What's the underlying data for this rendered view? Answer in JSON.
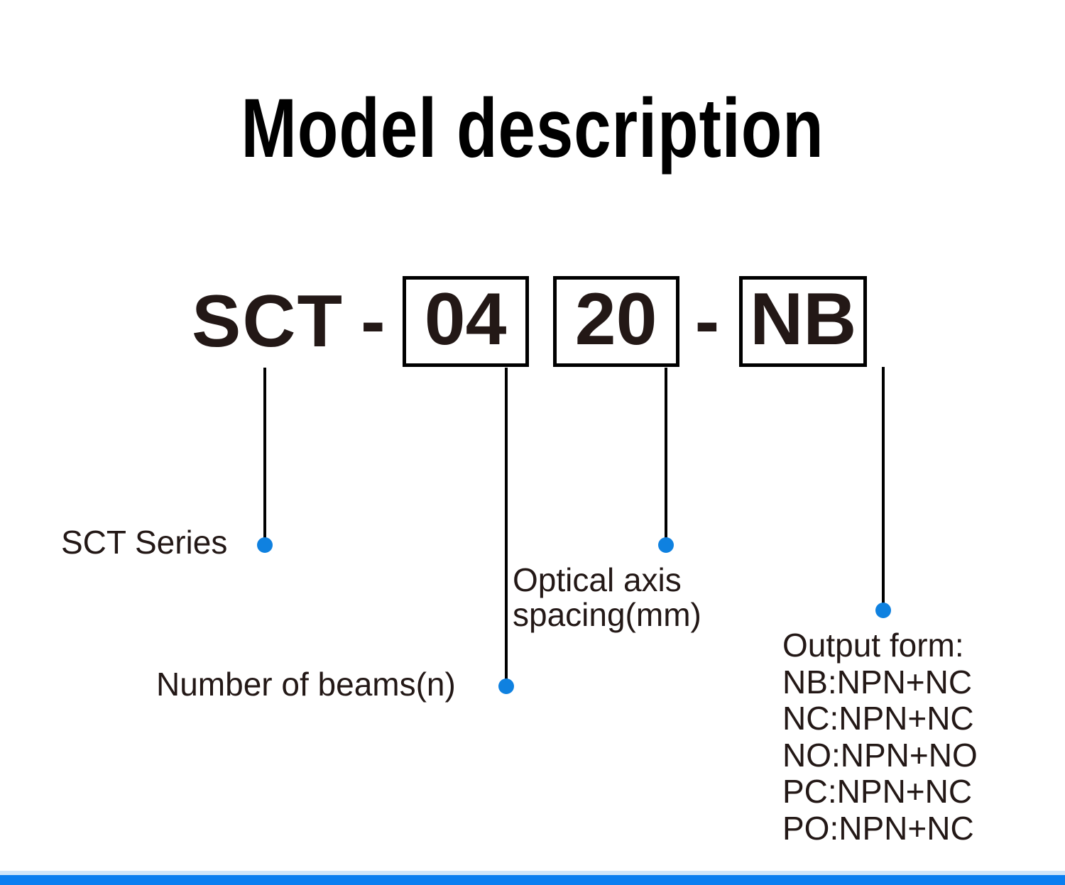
{
  "slide": {
    "title": "Model description",
    "background": "#ffffff"
  },
  "model_code": {
    "prefix": "SCT",
    "dash1": "-",
    "beams": "04",
    "spacing": "20",
    "dash2": "-",
    "output": "NB",
    "text_color": "#231816",
    "box_border_color": "#000000"
  },
  "callouts": {
    "series": {
      "label": "SCT Series",
      "target": "SCT"
    },
    "beams": {
      "label": "Number of beams(n)",
      "target": "04"
    },
    "spacing": {
      "label": "Optical axis\nspacing(mm)",
      "target": "20"
    },
    "output": {
      "heading": "Output form:",
      "options": [
        "NB:NPN+NC",
        "NC:NPN+NC",
        "NO:NPN+NO",
        "PC:NPN+NC",
        "PO:NPN+NC"
      ],
      "target": "NB"
    }
  },
  "accent": {
    "dot_color": "#0f81e0",
    "leader_color": "#000000",
    "footer_bar_color": "#0a7ef0",
    "footer_bar_light_color": "#cfe5fa"
  }
}
